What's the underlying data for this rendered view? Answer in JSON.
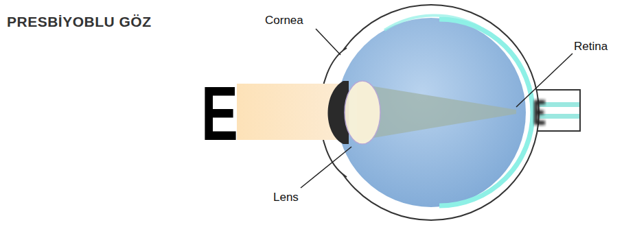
{
  "diagram": {
    "title": "PRESBİYOBLU GÖZ",
    "labels": [
      "Cornea",
      "Retina",
      "Lens",
      "E"
    ]
  }
}
